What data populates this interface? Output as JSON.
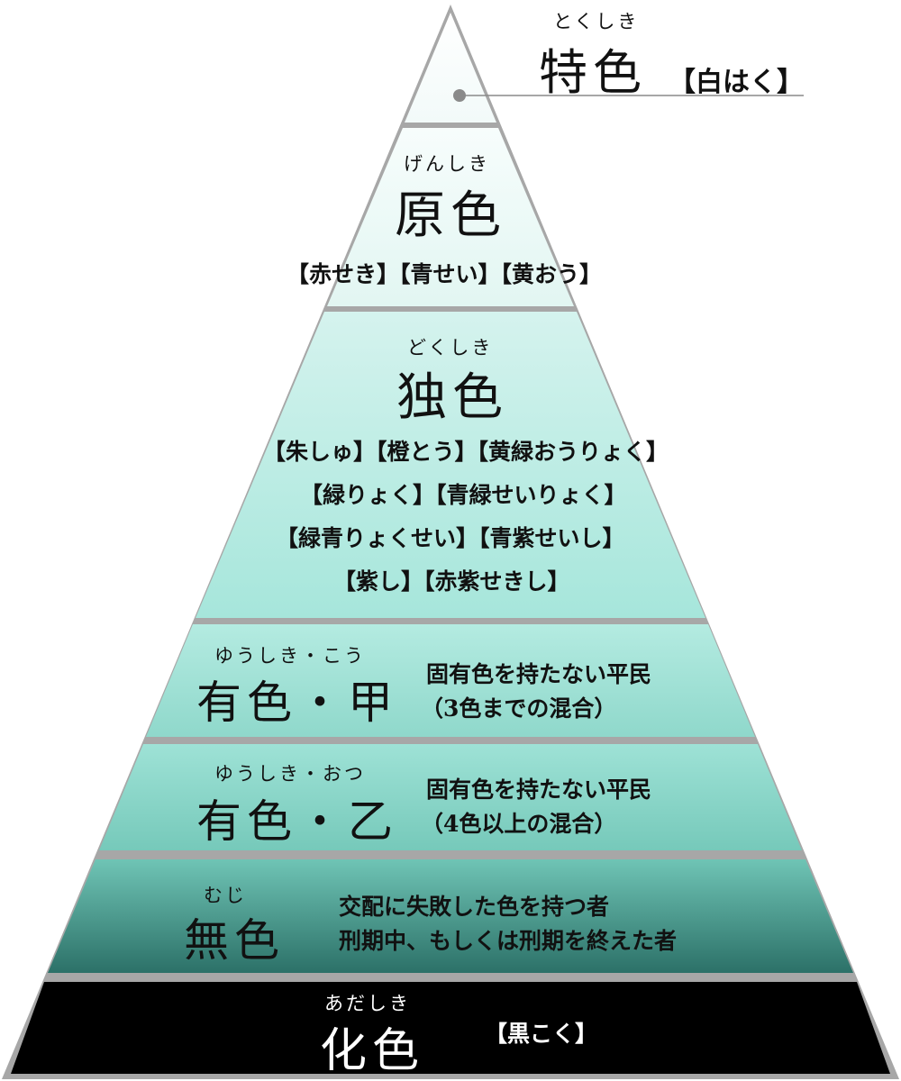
{
  "tiers": {
    "tokushiki": {
      "ruby": "とくしき",
      "title": "特色",
      "tag": "【白はく】"
    },
    "genshiki": {
      "ruby": "げんしき",
      "title": "原色",
      "tags": "【赤せき】【青せい】【黄おう】"
    },
    "dokushiki": {
      "ruby": "どくしき",
      "title": "独色",
      "lines": [
        "【朱しゅ】【橙とう】【黄緑おうりょく】",
        "【緑りょく】【青緑せいりょく】",
        "【緑青りょくせい】【青紫せいし】",
        "【紫し】【赤紫せきし】"
      ]
    },
    "yushiki_ko": {
      "ruby": "ゆうしき・こう",
      "title": "有色・甲",
      "desc": [
        "固有色を持たない平民",
        "（3色までの混合）"
      ]
    },
    "yushiki_otsu": {
      "ruby": "ゆうしき・おつ",
      "title": "有色・乙",
      "desc": [
        "固有色を持たない平民",
        "（4色以上の混合）"
      ]
    },
    "mushiki": {
      "ruby": "むじ",
      "title": "無色",
      "desc": [
        "交配に失敗した色を持つ者",
        "刑期中、もしくは刑期を終えた者"
      ]
    },
    "adashiki": {
      "ruby": "あだしき",
      "title": "化色",
      "tag": "【黒こく】"
    }
  },
  "colors": {
    "outline": "#9a9a9a",
    "top_band": "#f4fbfa",
    "band_genshiki": "#e6f7f4",
    "band_dokushiki": "#a8e8dd",
    "band_yushiki_ko": "#8fd9cc",
    "band_yushiki_otsu": "#7ccdbf",
    "band_mushiki_top": "#68bcae",
    "band_mushiki_bottom": "#2f7a70",
    "band_adashiki": "#000000"
  }
}
